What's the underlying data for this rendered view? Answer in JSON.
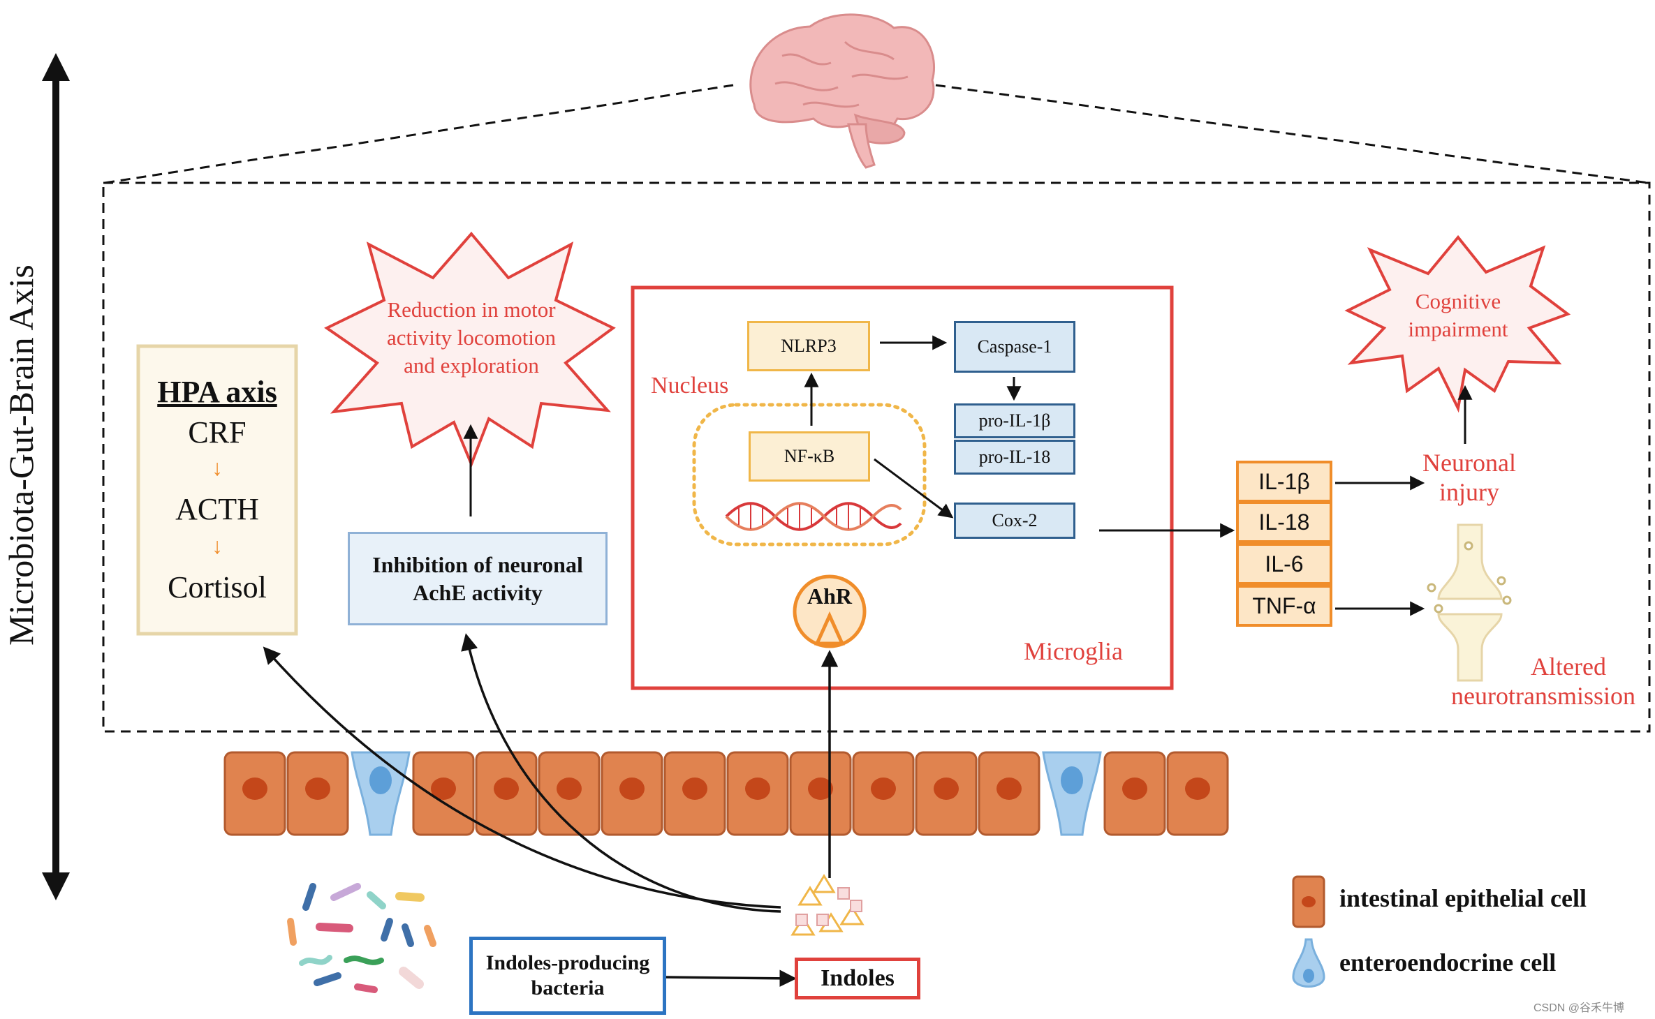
{
  "axis_label": "Microbiota-Gut-Brain Axis",
  "hpa": {
    "title": "HPA axis",
    "steps": [
      "CRF",
      "ACTH",
      "Cortisol"
    ],
    "arrow": "↓"
  },
  "motor_burst": {
    "line1": "Reduction in motor",
    "line2": "activity locomotion",
    "line3": "and exploration"
  },
  "ache_box": {
    "line1": "Inhibition of neuronal",
    "line2": "AchE activity"
  },
  "microglia": {
    "label": "Microglia",
    "nucleus_label": "Nucleus",
    "nlrp3": "NLRP3",
    "caspase1": "Caspase-1",
    "pro_il1b": "pro-IL-1β",
    "pro_il18": "pro-IL-18",
    "nfkb": "NF-κB",
    "cox2": "Cox-2",
    "ahr": "AhR"
  },
  "cytokines": [
    "IL-1β",
    "IL-18",
    "IL-6",
    "TNF-α"
  ],
  "cognitive_burst": {
    "line1": "Cognitive",
    "line2": "impairment"
  },
  "neuronal_injury": {
    "line1": "Neuronal",
    "line2": "injury"
  },
  "altered": {
    "line1": "Altered",
    "line2": "neurotransmission"
  },
  "bacteria_box": {
    "line1": "Indoles-producing",
    "line2": "bacteria"
  },
  "indoles_label": "Indoles",
  "legend": {
    "epithelial": "intestinal epithelial cell",
    "enteroendocrine": "enteroendocrine cell"
  },
  "watermark": "CSDN @谷禾牛博",
  "colors": {
    "red": "#e0413c",
    "orange": "#f08d2a",
    "yellow": "#f0b648",
    "blue": "#2f5f8e",
    "epithelial": "#e0834f",
    "nucleus": "#c4471a",
    "enteroendocrine": "#a9cfee"
  }
}
